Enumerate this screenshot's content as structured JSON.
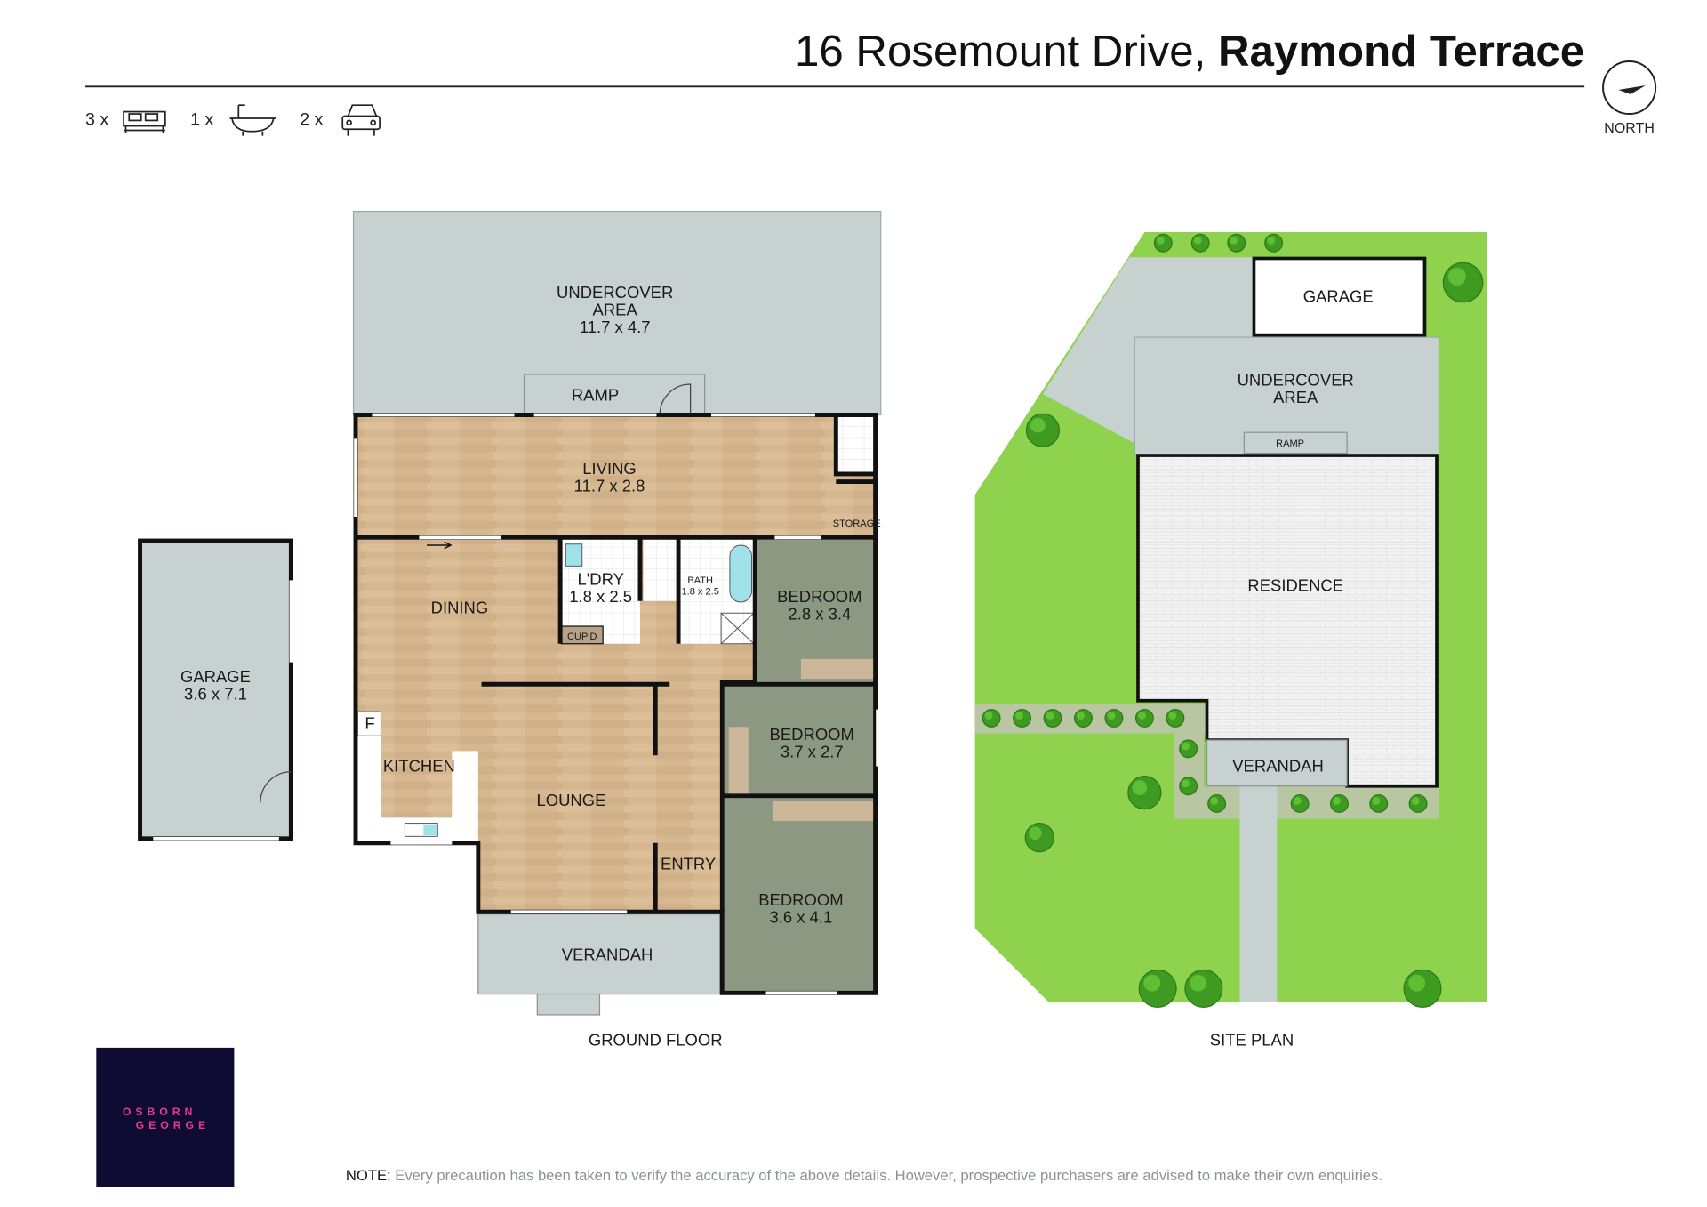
{
  "header": {
    "title_street": "16 Rosemount Drive, ",
    "title_suburb": "Raymond Terrace",
    "features": [
      {
        "count": "3 x",
        "icon": "bed-icon"
      },
      {
        "count": "1 x",
        "icon": "bath-icon"
      },
      {
        "count": "2 x",
        "icon": "car-icon"
      }
    ],
    "north_label": "NORTH"
  },
  "ground_floor": {
    "caption": "GROUND FLOOR",
    "rooms": {
      "undercover": {
        "name": "UNDERCOVER",
        "name2": "AREA",
        "size": "11.7 x 4.7"
      },
      "ramp": {
        "name": "RAMP"
      },
      "living": {
        "name": "LIVING",
        "size": "11.7 x 2.8"
      },
      "storage": {
        "name": "STORAGE"
      },
      "dining": {
        "name": "DINING"
      },
      "laundry": {
        "name": "L'DRY",
        "size": "1.8 x 2.5"
      },
      "cupboard": {
        "name": "CUP'D"
      },
      "bath": {
        "name": "BATH",
        "size": "1.8 x 2.5"
      },
      "bedroom1": {
        "name": "BEDROOM",
        "size": "2.8 x 3.4"
      },
      "bedroom2": {
        "name": "BEDROOM",
        "size": "3.7 x 2.7"
      },
      "bedroom3": {
        "name": "BEDROOM",
        "size": "3.6 x 4.1"
      },
      "kitchen": {
        "name": "KITCHEN",
        "fridge": "F"
      },
      "lounge": {
        "name": "LOUNGE"
      },
      "entry": {
        "name": "ENTRY"
      },
      "verandah": {
        "name": "VERANDAH"
      },
      "garage": {
        "name": "GARAGE",
        "size": "3.6 x 7.1"
      }
    }
  },
  "site_plan": {
    "caption": "SITE PLAN",
    "garage": "GARAGE",
    "undercover": "UNDERCOVER",
    "undercover2": "AREA",
    "ramp": "RAMP",
    "residence": "RESIDENCE",
    "verandah": "VERANDAH"
  },
  "logo": {
    "line1": "OSBORN",
    "line2": "GEORGE",
    "bg": "#0e0c33",
    "accent": "#e8388f"
  },
  "note": {
    "label": "NOTE:",
    "text": " Every precaution has been taken to verify the accuracy of the above details. However, prospective purchasers are advised to make their own enquiries."
  },
  "colors": {
    "wood": "#d6b78f",
    "undercover": "#c7d1d0",
    "bedroom": "#8c9882",
    "grass": "#8ed24e",
    "bed_strip": "#b9c6a2"
  }
}
